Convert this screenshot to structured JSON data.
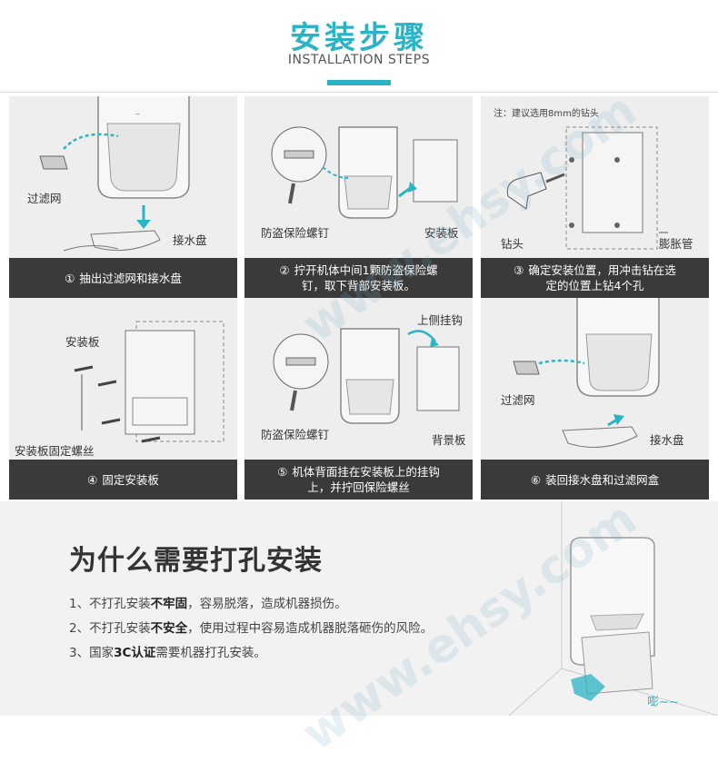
{
  "header": {
    "title_cn": "安装步骤",
    "title_en": "INSTALLATION STEPS"
  },
  "steps": [
    {
      "num": "①",
      "caption_l1": "抽出过滤网和接水盘",
      "caption_l2": "",
      "labels": [
        "过滤网",
        "接水盘"
      ]
    },
    {
      "num": "②",
      "caption_l1": "拧开机体中间1颗防盗保险螺",
      "caption_l2": "钉，取下背部安装板。",
      "labels": [
        "防盗保险螺钉",
        "安装板"
      ]
    },
    {
      "num": "③",
      "caption_l1": "确定安装位置，用冲击钻在选",
      "caption_l2": "定的位置上钻4个孔",
      "labels": [
        "钻头",
        "膨胀管"
      ],
      "note": "注：建议选用8mm的钻头"
    },
    {
      "num": "④",
      "caption_l1": "固定安装板",
      "caption_l2": "",
      "labels": [
        "安装板",
        "安装板固定螺丝"
      ]
    },
    {
      "num": "⑤",
      "caption_l1": "机体背面挂在安装板上的挂钩",
      "caption_l2": "上，并拧回保险螺丝",
      "labels": [
        "上侧挂钩",
        "防盗保险螺钉",
        "背景板"
      ]
    },
    {
      "num": "⑥",
      "caption_l1": "装回接水盘和过滤网盒",
      "caption_l2": "",
      "labels": [
        "过滤网",
        "接水盘"
      ]
    }
  ],
  "why": {
    "title": "为什么需要打孔安装",
    "reasons": [
      {
        "prefix": "1、不打孔安装",
        "bold": "不牢固",
        "suffix": "，容易脱落，造成机器损伤。"
      },
      {
        "prefix": "2、不打孔安装",
        "bold": "不安全",
        "suffix": "，使用过程中容易造成机器脱落砸伤的风险。"
      },
      {
        "prefix": "3、国家",
        "bold": "3C认证",
        "suffix": "需要机器打孔安装。"
      }
    ],
    "sound": "嘭~~"
  },
  "watermark": "www.ehsy.com",
  "colors": {
    "accent": "#2bb3c6",
    "caption_bg": "#3a3a3a",
    "panel_bg": "#eeeeee"
  }
}
